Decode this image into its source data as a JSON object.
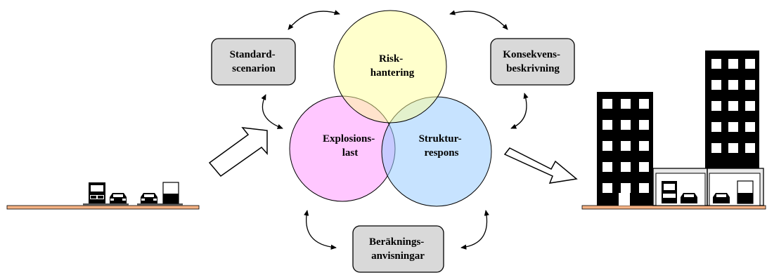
{
  "circles": {
    "risk": {
      "line1": "Risk-",
      "line2": "hantering",
      "color": "#ffffb0"
    },
    "explosion": {
      "line1": "Explosions-",
      "line2": "last",
      "color": "#ff99ff"
    },
    "structure": {
      "line1": "Struktur-",
      "line2": "respons",
      "color": "#99ccff"
    }
  },
  "boxes": {
    "standard": {
      "line1": "Standard-",
      "line2": "scenarion"
    },
    "konsekvens": {
      "line1": "Konsekvens-",
      "line2": "beskrivning"
    },
    "berakning": {
      "line1": "Beräknings-",
      "line2": "anvisningar"
    }
  },
  "colors": {
    "ground": "#f4b183",
    "box_fill": "#d9d9d9",
    "building": "#000000"
  }
}
